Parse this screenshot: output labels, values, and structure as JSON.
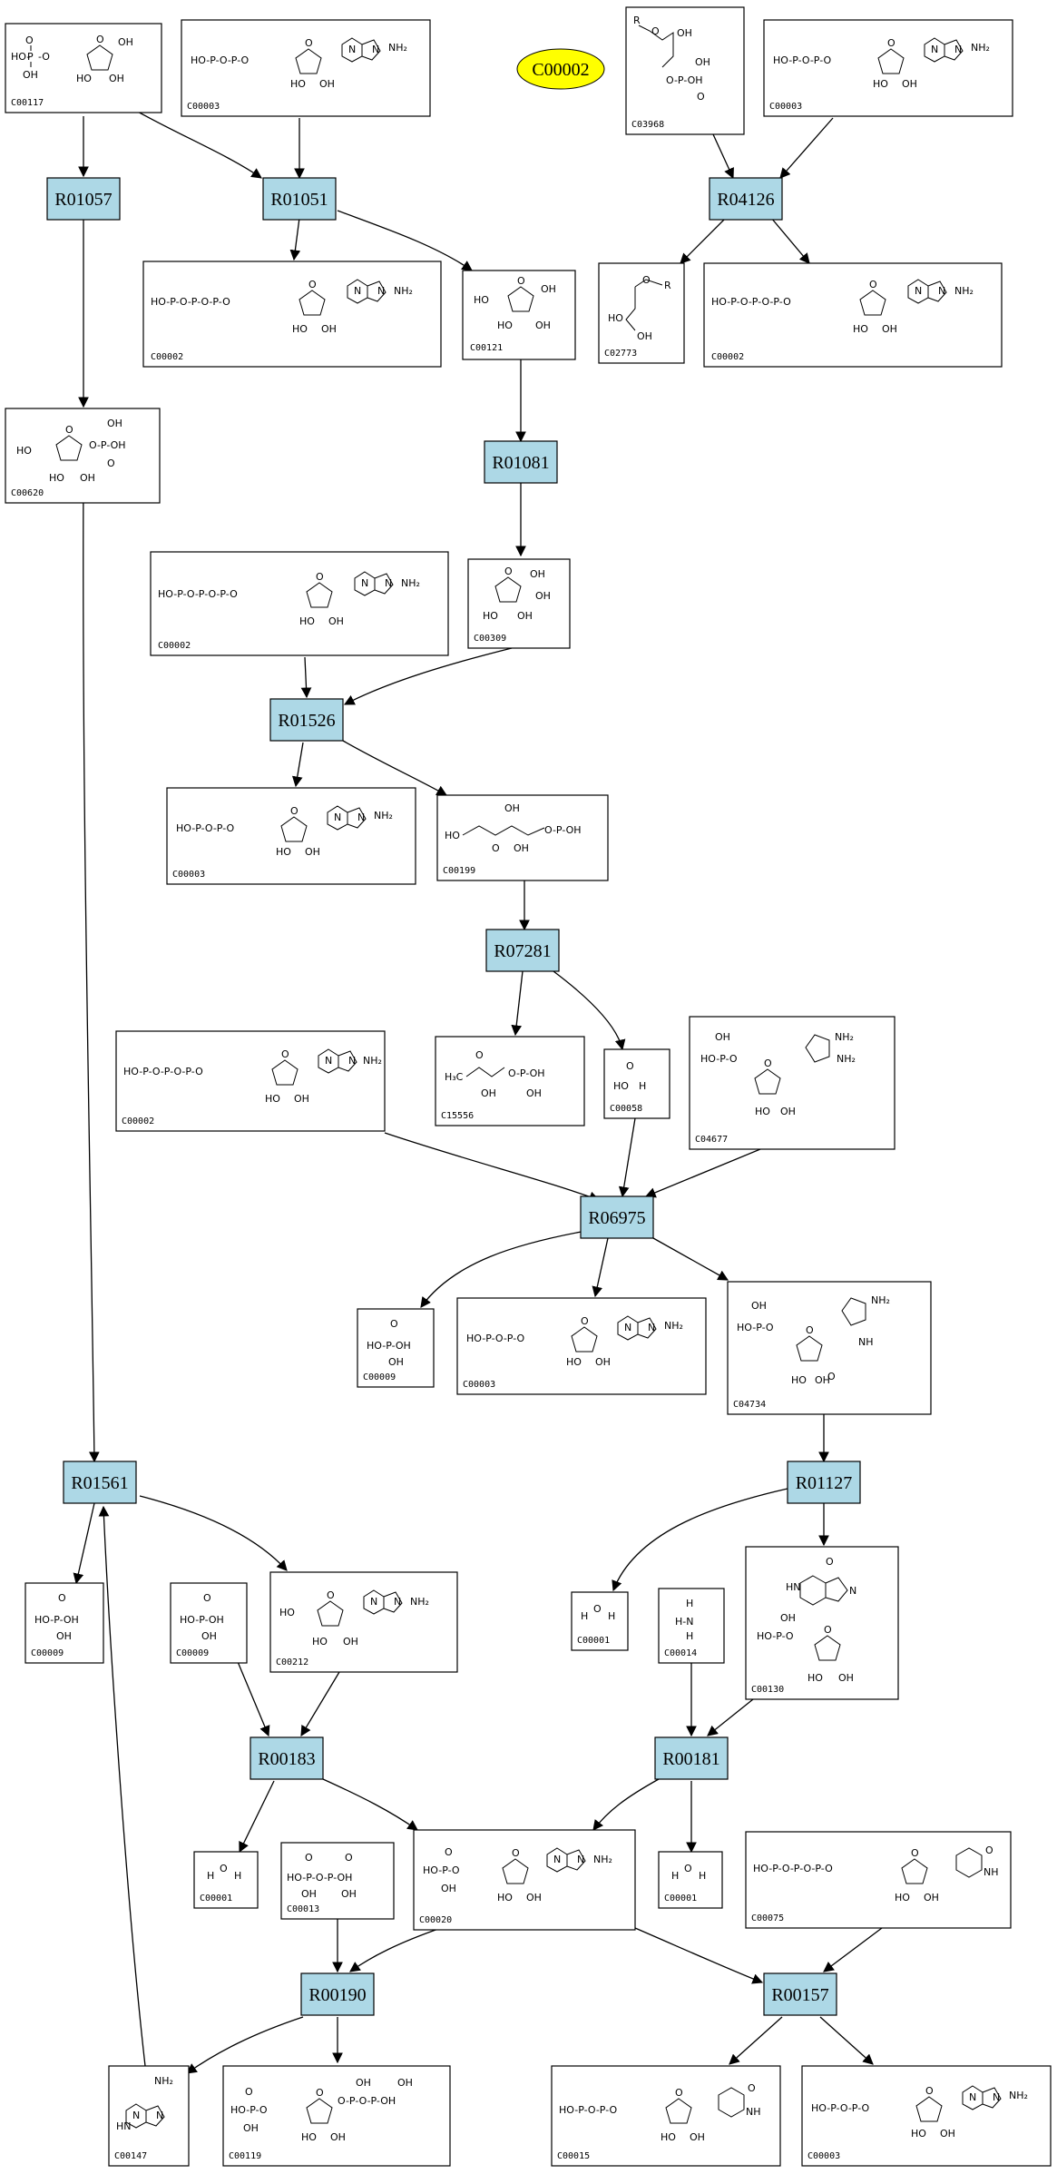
{
  "highlight": {
    "label": "C00002",
    "color": "#ffff00"
  },
  "colors": {
    "reaction_fill": "#add8e6",
    "compound_fill": "#ffffff",
    "stroke": "#000000"
  },
  "reactions": [
    {
      "id": "r-R01057",
      "label": "R01057"
    },
    {
      "id": "r-R01051",
      "label": "R01051"
    },
    {
      "id": "r-R04126",
      "label": "R04126"
    },
    {
      "id": "r-R01081",
      "label": "R01081"
    },
    {
      "id": "r-R01526",
      "label": "R01526"
    },
    {
      "id": "r-R07281",
      "label": "R07281"
    },
    {
      "id": "r-R06975",
      "label": "R06975"
    },
    {
      "id": "r-R01561",
      "label": "R01561"
    },
    {
      "id": "r-R01127",
      "label": "R01127"
    },
    {
      "id": "r-R00183",
      "label": "R00183"
    },
    {
      "id": "r-R00181",
      "label": "R00181"
    },
    {
      "id": "r-R00190",
      "label": "R00190"
    },
    {
      "id": "r-R00157",
      "label": "R00157"
    }
  ],
  "compounds": [
    {
      "id": "c1",
      "code": "C00117",
      "structure": "ribose-5-phosphate"
    },
    {
      "id": "c2",
      "code": "C00003",
      "structure": "nucleotide"
    },
    {
      "id": "c3",
      "code": "C03968",
      "structure": "glycerol-phosphate"
    },
    {
      "id": "c4",
      "code": "C00003",
      "structure": "nucleotide"
    },
    {
      "id": "c5",
      "code": "C00002",
      "structure": "nucleotide-triphosphate"
    },
    {
      "id": "c6",
      "code": "C00121",
      "structure": "ribose"
    },
    {
      "id": "c7",
      "code": "C02773",
      "structure": "glycerol"
    },
    {
      "id": "c8",
      "code": "C00002",
      "structure": "nucleotide-triphosphate"
    },
    {
      "id": "c9",
      "code": "C00620",
      "structure": "ribose-1-phosphate"
    },
    {
      "id": "c10",
      "code": "C00002",
      "structure": "nucleotide-triphosphate"
    },
    {
      "id": "c11",
      "code": "C00309",
      "structure": "ribulose"
    },
    {
      "id": "c12",
      "code": "C00003",
      "structure": "nucleotide"
    },
    {
      "id": "c13",
      "code": "C00199",
      "structure": "ribulose-5-phosphate"
    },
    {
      "id": "c14",
      "code": "C00002",
      "structure": "nucleotide-triphosphate"
    },
    {
      "id": "c15",
      "code": "C15556",
      "structure": "ketone-phosphate"
    },
    {
      "id": "c16",
      "code": "C00058",
      "structure": "formate"
    },
    {
      "id": "c17",
      "code": "C04677",
      "structure": "imidazole-ribotide"
    },
    {
      "id": "c18",
      "code": "C00009",
      "structure": "phosphate"
    },
    {
      "id": "c19",
      "code": "C00003",
      "structure": "nucleotide"
    },
    {
      "id": "c20",
      "code": "C04734",
      "structure": "imidazole-ribotide"
    },
    {
      "id": "c21",
      "code": "C00009",
      "structure": "phosphate"
    },
    {
      "id": "c22",
      "code": "C00009",
      "structure": "phosphate"
    },
    {
      "id": "c23",
      "code": "C00212",
      "structure": "adenosine"
    },
    {
      "id": "c24",
      "code": "C00001",
      "structure": "water"
    },
    {
      "id": "c25",
      "code": "C00014",
      "structure": "ammonia"
    },
    {
      "id": "c26",
      "code": "C00130",
      "structure": "inosine-phosphate"
    },
    {
      "id": "c27",
      "code": "C00001",
      "structure": "water"
    },
    {
      "id": "c28",
      "code": "C00013",
      "structure": "diphosphate"
    },
    {
      "id": "c29",
      "code": "C00020",
      "structure": "amp"
    },
    {
      "id": "c30",
      "code": "C00001",
      "structure": "water"
    },
    {
      "id": "c31",
      "code": "C00075",
      "structure": "uridine-triphosphate"
    },
    {
      "id": "c32",
      "code": "C00147",
      "structure": "adenine"
    },
    {
      "id": "c33",
      "code": "C00119",
      "structure": "prpp"
    },
    {
      "id": "c34",
      "code": "C00015",
      "structure": "uridine-diphosphate"
    },
    {
      "id": "c35",
      "code": "C00003",
      "structure": "nucleotide"
    }
  ]
}
